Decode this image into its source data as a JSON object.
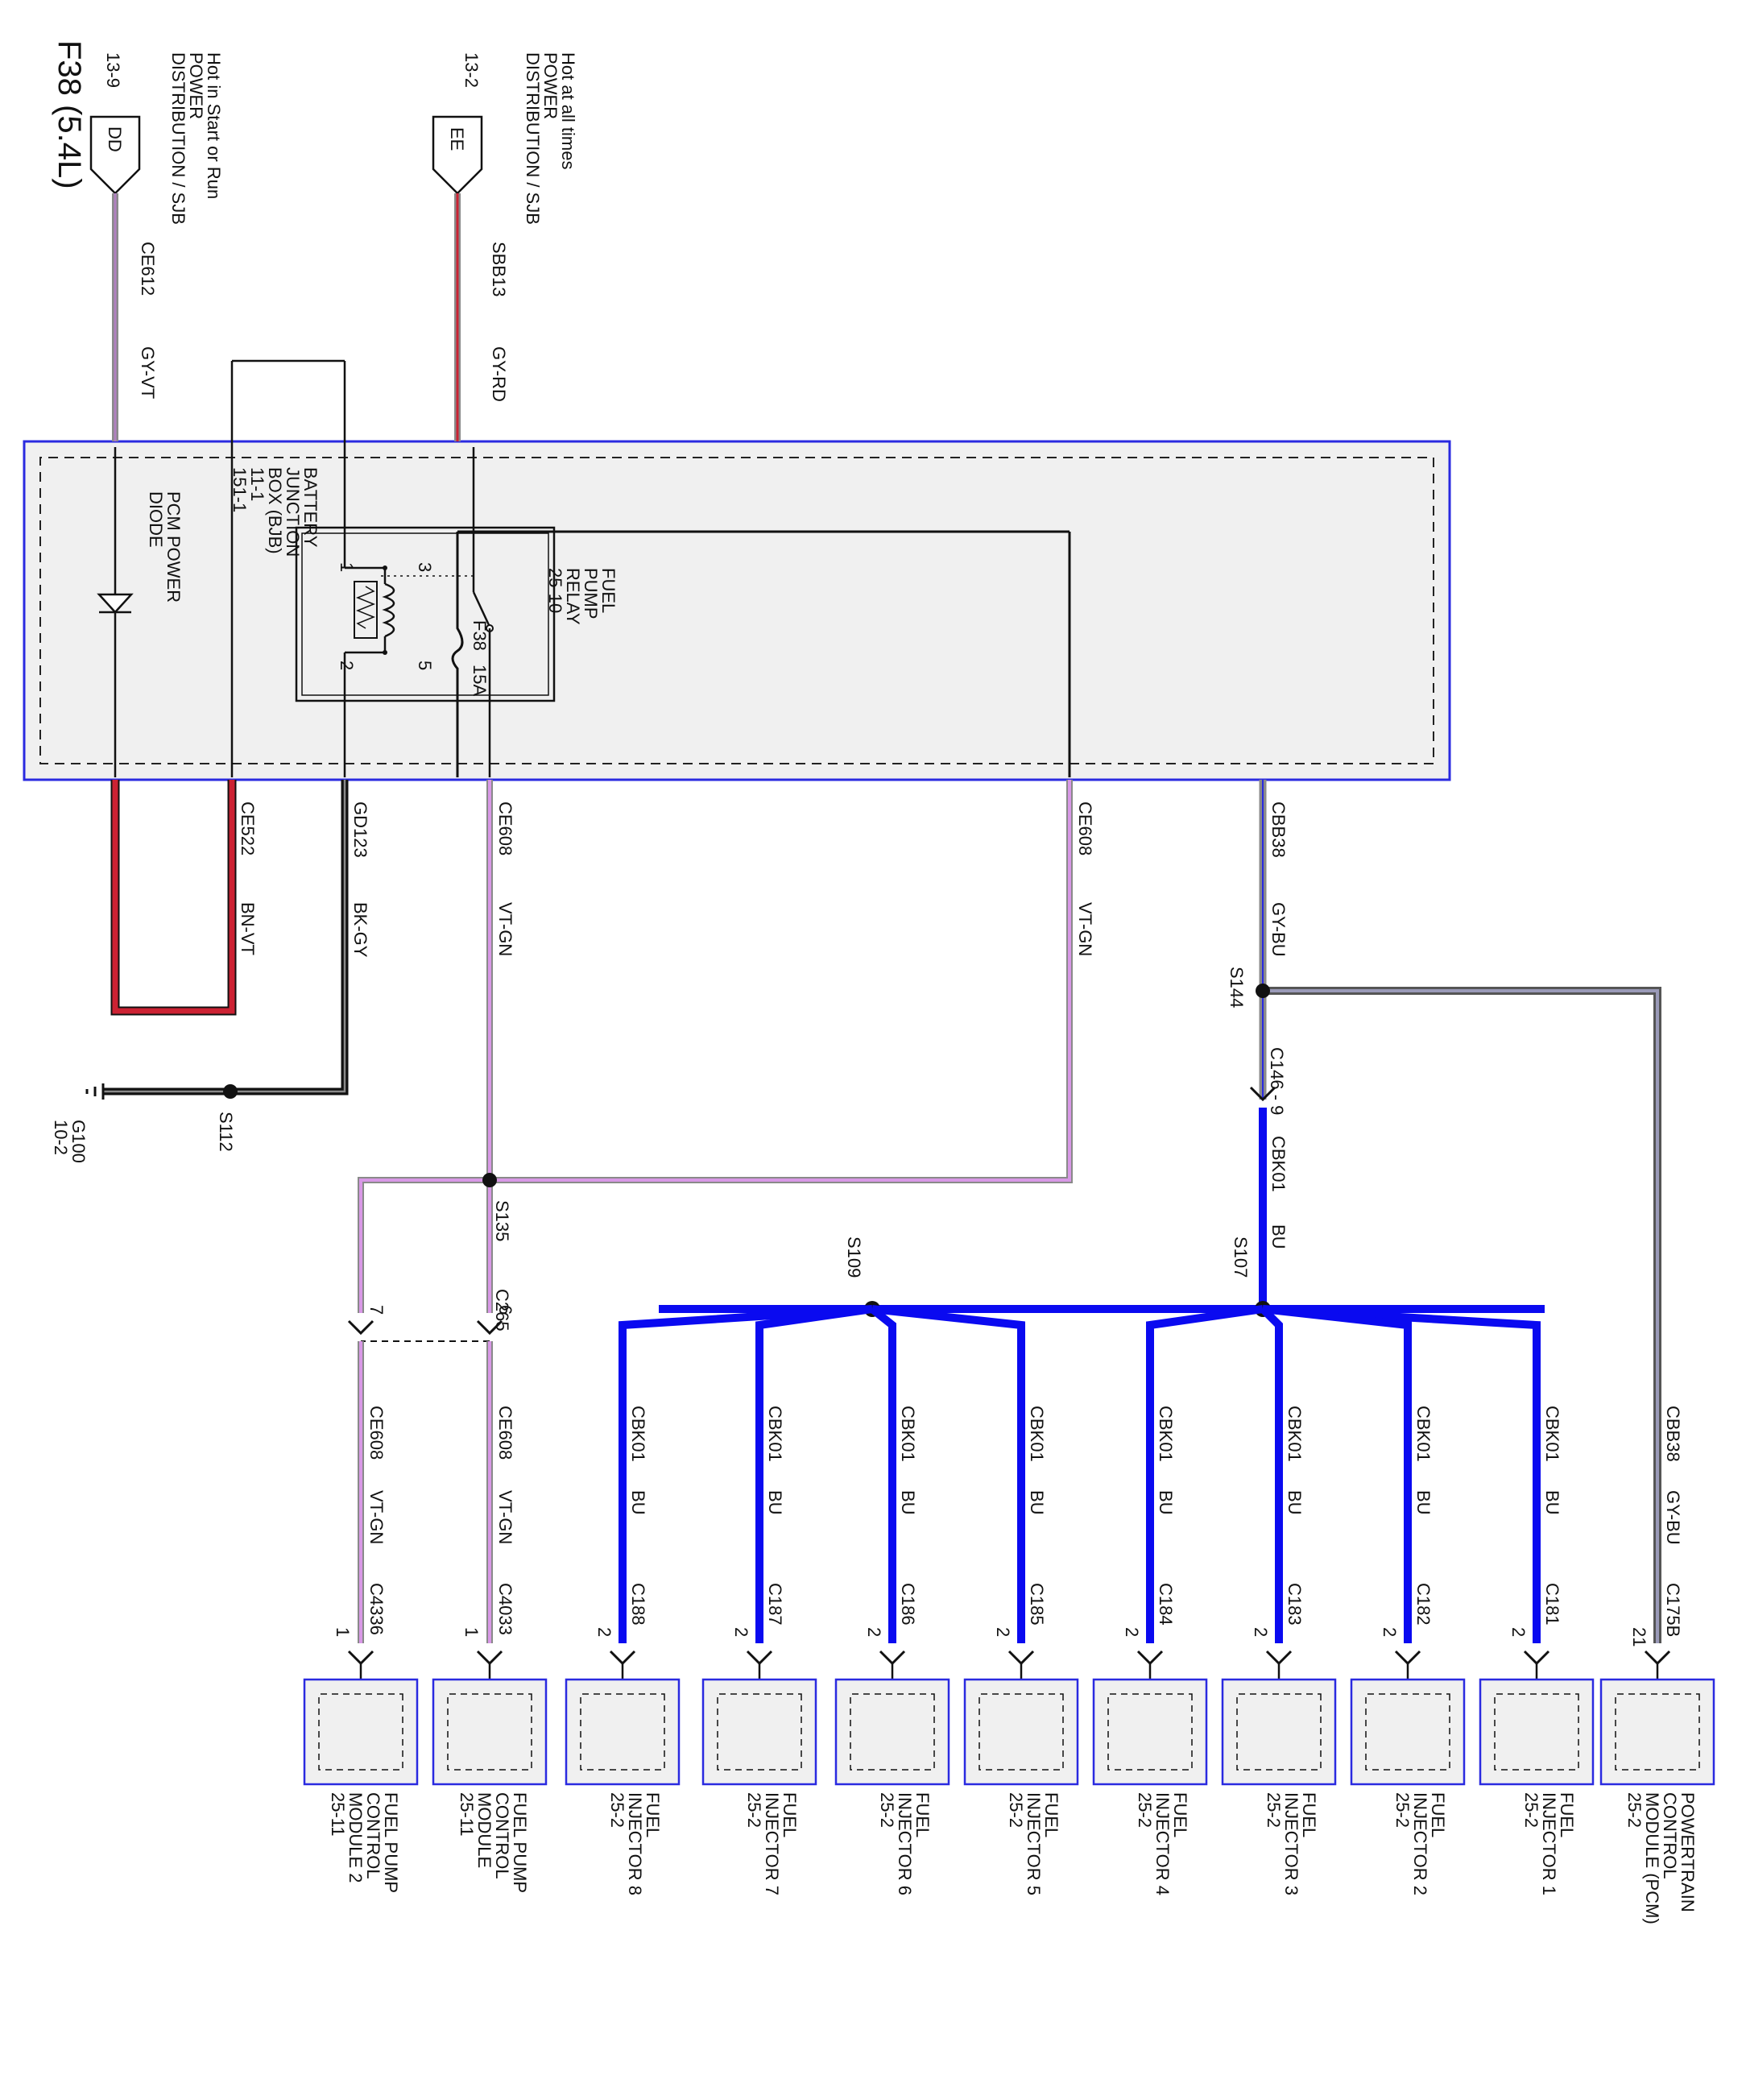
{
  "title": "F38 (5.4L)",
  "colors": {
    "box_border": "#2a2ae0",
    "box_fill": "#f0f0f0",
    "bu": "#0a0af0",
    "vt": "#d898e6",
    "gy": "#8a8a8a",
    "rd": "#cc2233",
    "bk": "#111111",
    "bn": "#a05030"
  },
  "sources": {
    "ee": {
      "tag": "EE",
      "loc": "13-2",
      "lines": [
        "Hot at all times",
        "POWER",
        "DISTRIBUTION / SJB"
      ],
      "circuit": "SBB13",
      "color": "GY-RD"
    },
    "dd": {
      "tag": "DD",
      "loc": "13-9",
      "lines": [
        "Hot in Start or Run",
        "POWER",
        "DISTRIBUTION / SJB"
      ],
      "circuit": "CE612",
      "color": "GY-VT"
    }
  },
  "bjb": {
    "lines": [
      "BATTERY",
      "JUNCTION",
      "BOX (BJB)",
      "11-1",
      "151-1"
    ],
    "fuse": {
      "name": "F38",
      "rating": "15A"
    },
    "relay": {
      "lines": [
        "FUEL",
        "PUMP",
        "RELAY",
        "25-10"
      ],
      "pin1": "1",
      "pin2": "2",
      "pin3": "3",
      "pin5": "5"
    },
    "diode": {
      "lines": [
        "PCM POWER",
        "DIODE"
      ]
    }
  },
  "wires": {
    "cbb38_out": {
      "circuit": "CBB38",
      "color": "GY-BU"
    },
    "ce608_a": {
      "circuit": "CE608",
      "color": "VT-GN"
    },
    "ce608_b": {
      "circuit": "CE608",
      "color": "VT-GN"
    },
    "gd123": {
      "circuit": "GD123",
      "color": "BK-GY"
    },
    "ce522": {
      "circuit": "CE522",
      "color": "BN-VT"
    },
    "cbk01_trunk": {
      "circuit": "CBK01",
      "color": "BU"
    },
    "cbb38_pcm": {
      "circuit": "CBB38",
      "color": "GY-BU"
    },
    "ce608_m1": {
      "circuit": "CE608",
      "color": "VT-GN"
    },
    "ce608_m2": {
      "circuit": "CE608",
      "color": "VT-GN"
    }
  },
  "splices": {
    "s144": "S144",
    "s107": "S107",
    "s109": "S109",
    "s135": "S135",
    "s112": "S112"
  },
  "inline_connectors": {
    "c146": "C146 - 9",
    "c265": "C265",
    "c265_pin6": "6",
    "c265_pin7": "7"
  },
  "ground": {
    "name": "G100",
    "loc": "10-2"
  },
  "modules": [
    {
      "lines": [
        "POWERTRAIN",
        "CONTROL",
        "MODULE (PCM)",
        "25-2"
      ],
      "conn": "C175B",
      "pin": "21",
      "circuit": "CBB38",
      "color": "GY-BU"
    },
    {
      "lines": [
        "FUEL",
        "INJECTOR 1",
        "25-2"
      ],
      "conn": "C181",
      "pin": "2",
      "circuit": "CBK01",
      "color": "BU"
    },
    {
      "lines": [
        "FUEL",
        "INJECTOR 2",
        "25-2"
      ],
      "conn": "C182",
      "pin": "2",
      "circuit": "CBK01",
      "color": "BU"
    },
    {
      "lines": [
        "FUEL",
        "INJECTOR 3",
        "25-2"
      ],
      "conn": "C183",
      "pin": "2",
      "circuit": "CBK01",
      "color": "BU"
    },
    {
      "lines": [
        "FUEL",
        "INJECTOR 4",
        "25-2"
      ],
      "conn": "C184",
      "pin": "2",
      "circuit": "CBK01",
      "color": "BU"
    },
    {
      "lines": [
        "FUEL",
        "INJECTOR 5",
        "25-2"
      ],
      "conn": "C185",
      "pin": "2",
      "circuit": "CBK01",
      "color": "BU"
    },
    {
      "lines": [
        "FUEL",
        "INJECTOR 6",
        "25-2"
      ],
      "conn": "C186",
      "pin": "2",
      "circuit": "CBK01",
      "color": "BU"
    },
    {
      "lines": [
        "FUEL",
        "INJECTOR 7",
        "25-2"
      ],
      "conn": "C187",
      "pin": "2",
      "circuit": "CBK01",
      "color": "BU"
    },
    {
      "lines": [
        "FUEL",
        "INJECTOR 8",
        "25-2"
      ],
      "conn": "C188",
      "pin": "2",
      "circuit": "CBK01",
      "color": "BU"
    },
    {
      "lines": [
        "FUEL PUMP",
        "CONTROL",
        "MODULE",
        "25-11"
      ],
      "conn": "C4033",
      "pin": "1",
      "circuit": "CE608",
      "color": "VT-GN"
    },
    {
      "lines": [
        "FUEL PUMP",
        "CONTROL",
        "MODULE 2",
        "25-11"
      ],
      "conn": "C4336",
      "pin": "1",
      "circuit": "CE608",
      "color": "VT-GN"
    }
  ]
}
